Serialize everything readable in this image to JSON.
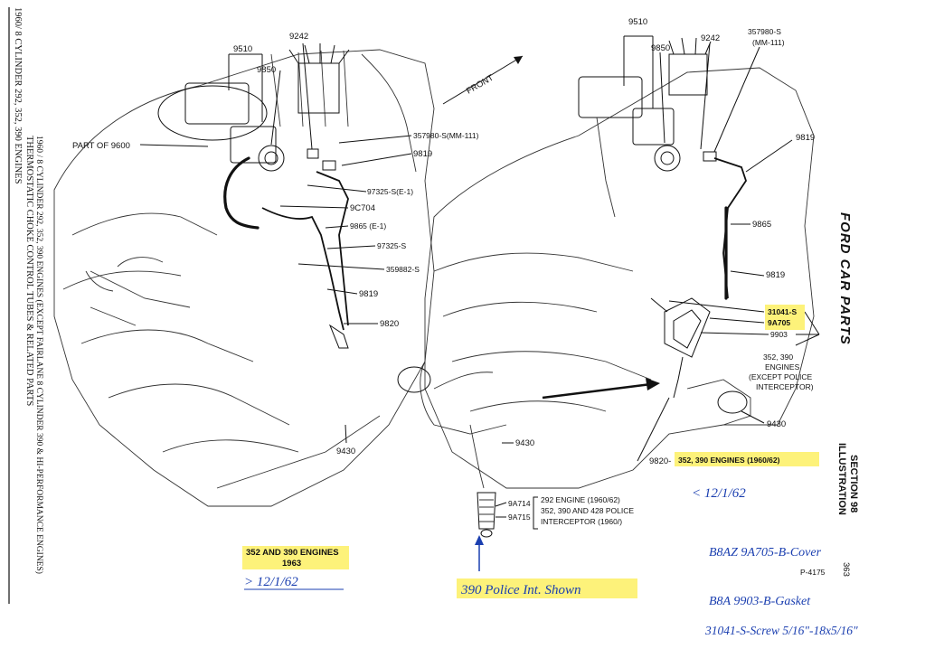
{
  "side_title": {
    "line1": "1960/ 8 CYLINDER 292, 352, 390 ENGINES",
    "line2": "THERMOSTATIC CHOKE CONTROL TUBES & RELATED PARTS",
    "line3": "1960 / 8 CYLINDER 292, 352, 390 ENGINES (EXCEPT FAIRLANE 8 CYLINDER 390 & HI-PERFORMANCE ENGINES)"
  },
  "brand": "FORD CAR PARTS",
  "section": {
    "line1": "ILLUSTRATION",
    "line2": "SECTION 98"
  },
  "page_number": "363",
  "plate_number": "P-4175",
  "direction_label": "FRONT",
  "left_view": {
    "labels": {
      "p9510": "9510",
      "p9850": "9850",
      "p9242": "9242",
      "part_of_9600": "PART OF 9600",
      "p357980": "357980-S(MM-111)",
      "p9819a": "9819",
      "p97325e": "97325-S(E-1)",
      "p9c704": "9C704",
      "p9865": "9865 (E-1)",
      "p97325": "97325-S",
      "p359882": "359882-S",
      "p9819b": "9819",
      "p9820": "9820",
      "p9430": "9430"
    },
    "caption_line1": "352 AND 390 ENGINES",
    "caption_line2": "1963",
    "handwritten_date": "> 12/1/62"
  },
  "right_view": {
    "labels": {
      "p9510": "9510",
      "p9850": "9850",
      "p9242": "9242",
      "p357980": "357980-S",
      "p357980b": "(MM-111)",
      "p9819a": "9819",
      "p9865": "9865",
      "p9819b": "9819",
      "p31041": "31041-S",
      "p9a705": "9A705",
      "p9903": "9903",
      "engines_note1": "352, 390",
      "engines_note2": "ENGINES",
      "engines_note3": "(EXCEPT POLICE",
      "engines_note4": "INTERCEPTOR)",
      "p9430a": "9430",
      "p9430b": "9430",
      "p9820": "9820-",
      "p9820_note": "352, 390 ENGINES (1960/62)",
      "p9a714": "9A714",
      "p9a715": "9A715",
      "note1": "292 ENGINE (1960/62)",
      "note2": "352, 390 AND 428 POLICE",
      "note3": "INTERCEPTOR (1960/)"
    },
    "handwritten_date": "< 12/1/62"
  },
  "handwritten_notes": {
    "police": "390 Police Int. Shown",
    "cover": "B8AZ 9A705-B-Cover",
    "gasket": "B8A 9903-B-Gasket",
    "screw": "31041-S-Screw 5/16\"-18x5/16\""
  },
  "colors": {
    "highlight": "#fdf27a",
    "ink": "#111111",
    "handwriting": "#1b3fb0"
  }
}
